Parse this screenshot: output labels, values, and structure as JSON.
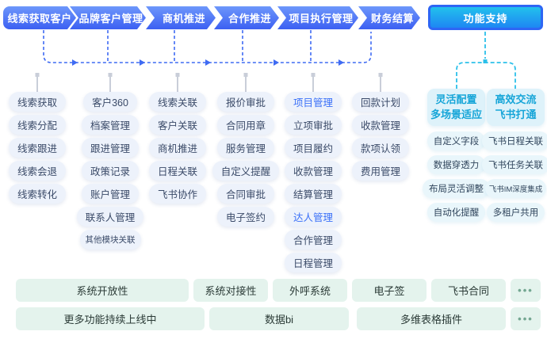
{
  "flow": {
    "steps": [
      {
        "label": "线索获取客户",
        "items": [
          "线索获取",
          "线索分配",
          "线索跟进",
          "线索会退",
          "线索转化"
        ]
      },
      {
        "label": "品牌客户管理",
        "items": [
          "客户360",
          "档案管理",
          "跟进管理",
          "政策记录",
          "账户管理",
          "联系人管理",
          "其他模块关联"
        ]
      },
      {
        "label": "商机推进",
        "items": [
          "线索关联",
          "客户关联",
          "商机推进",
          "日程关联",
          "飞书协作"
        ]
      },
      {
        "label": "合作推进",
        "items": [
          "报价审批",
          "合同用章",
          "服务管理",
          "自定义提醒",
          "合同审批",
          "电子签约"
        ]
      },
      {
        "label": "项目执行管理",
        "items": [
          "项目管理",
          "立项审批",
          "项目履约",
          "收款管理",
          "结算管理",
          "达人管理",
          "合作管理",
          "日程管理"
        ],
        "highlighted_items": [
          "项目管理",
          "达人管理"
        ]
      },
      {
        "label": "财务结算",
        "items": [
          "回款计划",
          "收款管理",
          "款项认领",
          "费用管理"
        ]
      }
    ]
  },
  "support": {
    "label": "功能支持",
    "groups": [
      {
        "title_line1": "灵活配置",
        "title_line2": "多场景适应",
        "items": [
          "自定义字段",
          "数据穿透力",
          "布局灵活调整",
          "自动化提醒"
        ]
      },
      {
        "title_line1": "高效交流",
        "title_line2": "飞书打通",
        "items": [
          "飞书日程关联",
          "飞书任务关联",
          "飞书IM深度集成",
          "多租户共用"
        ]
      }
    ]
  },
  "bottom": {
    "row1": [
      "系统开放性",
      "系统对接性",
      "外呼系统",
      "电子签",
      "飞书合同",
      "•••"
    ],
    "row2": [
      "更多功能持续上线中",
      "数据bi",
      "多维表格插件",
      "•••"
    ]
  },
  "colors": {
    "flow_button_gradient_top": "#6d97fb",
    "flow_button_gradient_bottom": "#3c5ff2",
    "flow_connector_blue": "#3f6bf3",
    "support_border_blue": "#2e66f4",
    "support_gradient_top": "#22c1ec",
    "support_gradient_bottom": "#1e86f3",
    "support_connector_cyan": "#2cc0ea",
    "pill_background": "#edf2fb",
    "pill_text": "#3a4a68",
    "pill_highlight_text": "#3a70f8",
    "support_head_background": "#def2fa",
    "support_head_text": "#16a5d8",
    "support_pill_background": "#e9f6fb",
    "bottom_bar_background": "#e4f3ed",
    "bottom_bar_text": "#2b3b37",
    "bottom_dots": "#74a792",
    "stem_gray": "#c9ced9"
  }
}
